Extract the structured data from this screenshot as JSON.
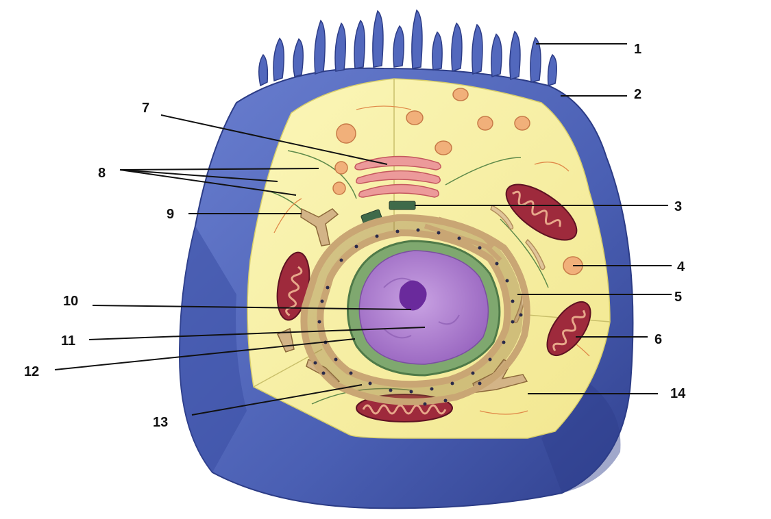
{
  "diagram": {
    "labels": [
      {
        "id": "l1",
        "text": "1"
      },
      {
        "id": "l2",
        "text": "2"
      },
      {
        "id": "l3",
        "text": "3"
      },
      {
        "id": "l4",
        "text": "4"
      },
      {
        "id": "l5",
        "text": "5"
      },
      {
        "id": "l6",
        "text": "6"
      },
      {
        "id": "l7",
        "text": "7"
      },
      {
        "id": "l8",
        "text": "8"
      },
      {
        "id": "l9",
        "text": "9"
      },
      {
        "id": "l10",
        "text": "10"
      },
      {
        "id": "l11",
        "text": "11"
      },
      {
        "id": "l12",
        "text": "12"
      },
      {
        "id": "l13",
        "text": "13"
      },
      {
        "id": "l14",
        "text": "14"
      }
    ]
  },
  "colors": {
    "membrane_blue": "#4a5fb3",
    "membrane_dark": "#34469a",
    "cytoplasm": "#f7f0a0",
    "nucleus_purple": "#a877c9",
    "nucleolus": "#6a2a9c",
    "nuclear_envelope": "#6f9a6a",
    "er_tan": "#d3b487",
    "mitochondrion": "#9e2a3c",
    "vesicle": "#f1b07a",
    "golgi": "#e88a8a",
    "centriole": "#3f6a4a"
  }
}
